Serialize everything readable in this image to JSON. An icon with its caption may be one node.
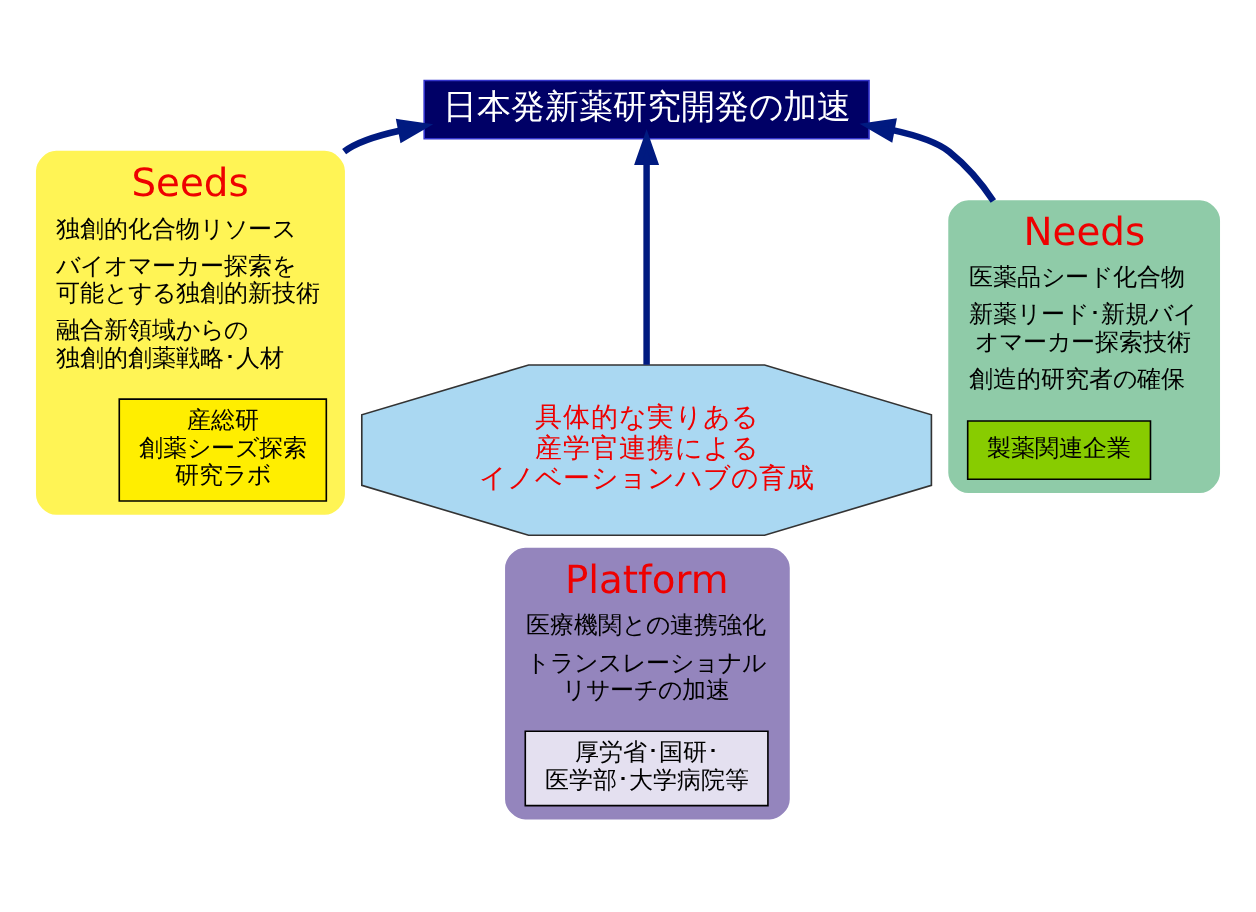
{
  "diagram": {
    "nodes": [
      {
        "text": [
          "日本発新薬研究開発の加速"
        ]
      },
      {
        "text": [
          "Seeds",
          "独創的化合物リソース",
          "バイオマーカー探索を可能とする独創的新技術",
          "融合新領域からの独創的創薬戦略･人材"
        ]
      },
      {
        "text": [
          "産総研創薬シーズ探索研究ラボ"
        ],
        "in": 1
      },
      {
        "text": [
          "Needs",
          "医薬品シード化合物",
          "新薬リード･新規バイオマーカー探索技術",
          "創造的研究者の確保"
        ]
      },
      {
        "text": [
          "製薬関連企業"
        ],
        "in": 3
      },
      {
        "text": [
          "具体的な実りある産学官連携によるイノベーションハブの育成"
        ]
      },
      {
        "text": [
          "Platform",
          "医療機関との連携強化",
          "トランスレーショナルリサーチの加速"
        ]
      },
      {
        "text": [
          "厚労省･国研･医学部･大学病院等"
        ],
        "in": 6
      }
    ],
    "edges": [
      {
        "from": 1,
        "to": 0,
        "arrow": "to"
      },
      {
        "from": 5,
        "to": 0,
        "arrow": "to"
      },
      {
        "from": 3,
        "to": 0,
        "arrow": "to"
      }
    ]
  }
}
